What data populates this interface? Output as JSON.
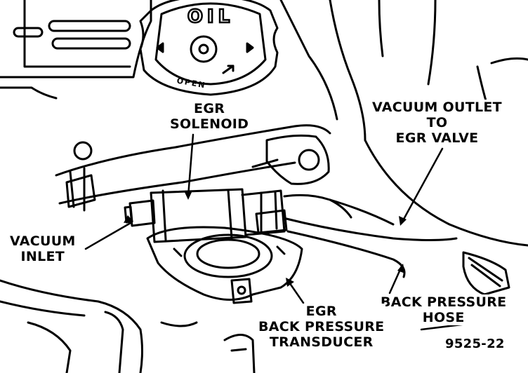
{
  "labels": {
    "egr_solenoid": [
      "EGR",
      "SOLENOID"
    ],
    "vacuum_outlet": [
      "VACUUM OUTLET",
      "TO",
      "EGR VALVE"
    ],
    "vacuum_inlet": [
      "VACUUM",
      "INLET"
    ],
    "back_pressure_hose": [
      "BACK PRESSURE",
      "HOSE"
    ],
    "transducer": [
      "EGR",
      "BACK PRESSURE",
      "TRANSDUCER"
    ]
  },
  "figure_number": "9525-22",
  "cap_text": {
    "top": "OIL",
    "bottom": "OPEN"
  },
  "colors": {
    "ink": "#000000",
    "paper": "#ffffff"
  }
}
